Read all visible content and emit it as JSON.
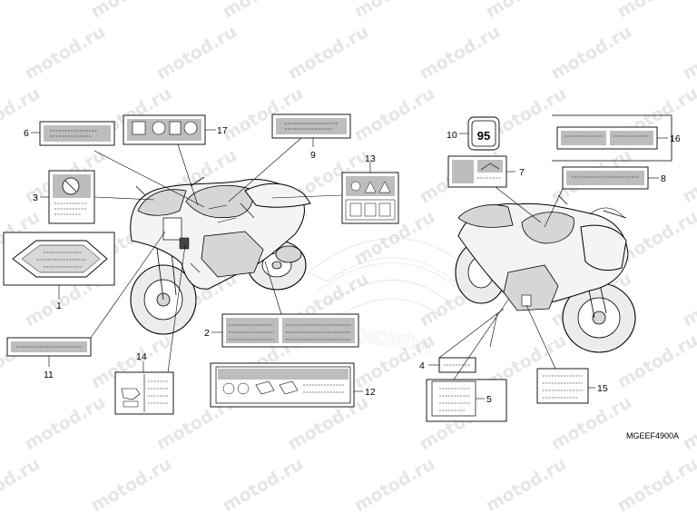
{
  "watermark": "motod.ru",
  "diagram_code": "MGEEF4900A",
  "callouts": [
    "1",
    "2",
    "3",
    "4",
    "5",
    "6",
    "7",
    "8",
    "9",
    "10",
    "11",
    "12",
    "13",
    "14",
    "15",
    "16",
    "17"
  ],
  "fuel_label": "95"
}
